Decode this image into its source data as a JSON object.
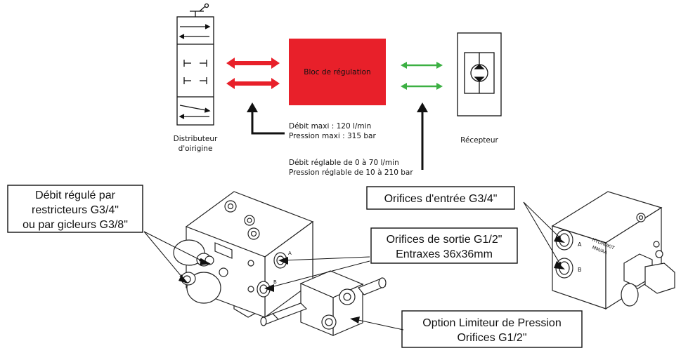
{
  "top": {
    "bloc_label": "Bloc de régulation",
    "distributeur_label_1": "Distributeur",
    "distributeur_label_2": "d'oirigine",
    "recepteur_label": "Récepteur",
    "input_spec_1": "Débit maxi : 120 l/min",
    "input_spec_2": "Pression maxi : 315 bar",
    "adjust_spec_1": "Débit réglable de 0 à 70 l/min",
    "adjust_spec_2": "Pression réglable de 10 à 210 bar"
  },
  "callouts": {
    "restricteurs_1": "Débit régulé par",
    "restricteurs_2": "restricteurs G3/4\"",
    "restricteurs_3": "ou par gicleurs G3/8\"",
    "entree": "Orifices d'entrée G3/4\"",
    "sortie_1": "Orifices de sortie G1/2\"",
    "sortie_2": "Entraxes 36x36mm",
    "limiteur_1": "Option Limiteur de Pression",
    "limiteur_2": "Orifices G1/2\""
  },
  "block_markings": {
    "port_a": "A",
    "port_b": "B",
    "brand_1": "HYDROKIT",
    "brand_2": "MM/AA"
  },
  "colors": {
    "bloc_fill": "#e8202a",
    "red_arrow": "#e8202a",
    "green_arrow": "#3cb043"
  }
}
